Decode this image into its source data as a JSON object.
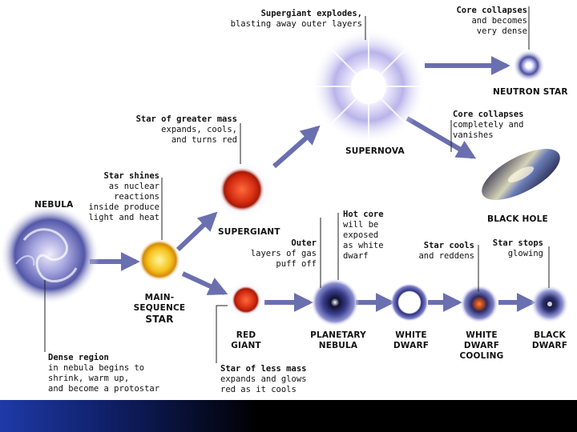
{
  "stages": {
    "nebula": "NEBULA",
    "main_sequence": [
      "MAIN-",
      "SEQUENCE",
      "STAR"
    ],
    "supergiant": "SUPERGIANT",
    "supernova": "SUPERNOVA",
    "neutron_star": "NEUTRON STAR",
    "black_hole": "BLACK HOLE",
    "red_giant": [
      "RED",
      "GIANT"
    ],
    "planetary_nebula": [
      "PLANETARY",
      "NEBULA"
    ],
    "white_dwarf": [
      "WHITE",
      "DWARF"
    ],
    "white_dwarf_cooling": [
      "WHITE",
      "DWARF",
      "COOLING"
    ],
    "black_dwarf": [
      "BLACK",
      "DWARF"
    ]
  },
  "notes": {
    "dense_region": [
      "Dense region",
      "in nebula begins to",
      "shrink, warm up,",
      "and become a protostar"
    ],
    "star_shines": [
      "Star shines",
      "as nuclear",
      "reactions",
      "inside produce",
      "light and heat"
    ],
    "greater_mass": [
      "Star of greater mass",
      "expands, cools,",
      "and turns red"
    ],
    "explodes": [
      "Supergiant explodes,",
      "blasting away outer layers"
    ],
    "core_dense": [
      "Core collapses",
      "and becomes",
      "very dense"
    ],
    "core_vanishes": [
      "Core collapses",
      "completely and",
      "vanishes"
    ],
    "less_mass": [
      "Star of less mass",
      "expands and glows",
      "red as it cools"
    ],
    "outer_layers": [
      "Outer",
      "layers of gas",
      "puff off"
    ],
    "hot_core": [
      "Hot core",
      "will be",
      "exposed",
      "as white",
      "dwarf"
    ],
    "cools_reddens": [
      "Star cools",
      "and reddens"
    ],
    "stops_glowing": [
      "Star stops",
      "glowing"
    ]
  },
  "colors": {
    "arrow": "#6a6fb0",
    "leader": "#222222",
    "footer_start": "#1f3aa8",
    "footer_end": "#000000"
  }
}
